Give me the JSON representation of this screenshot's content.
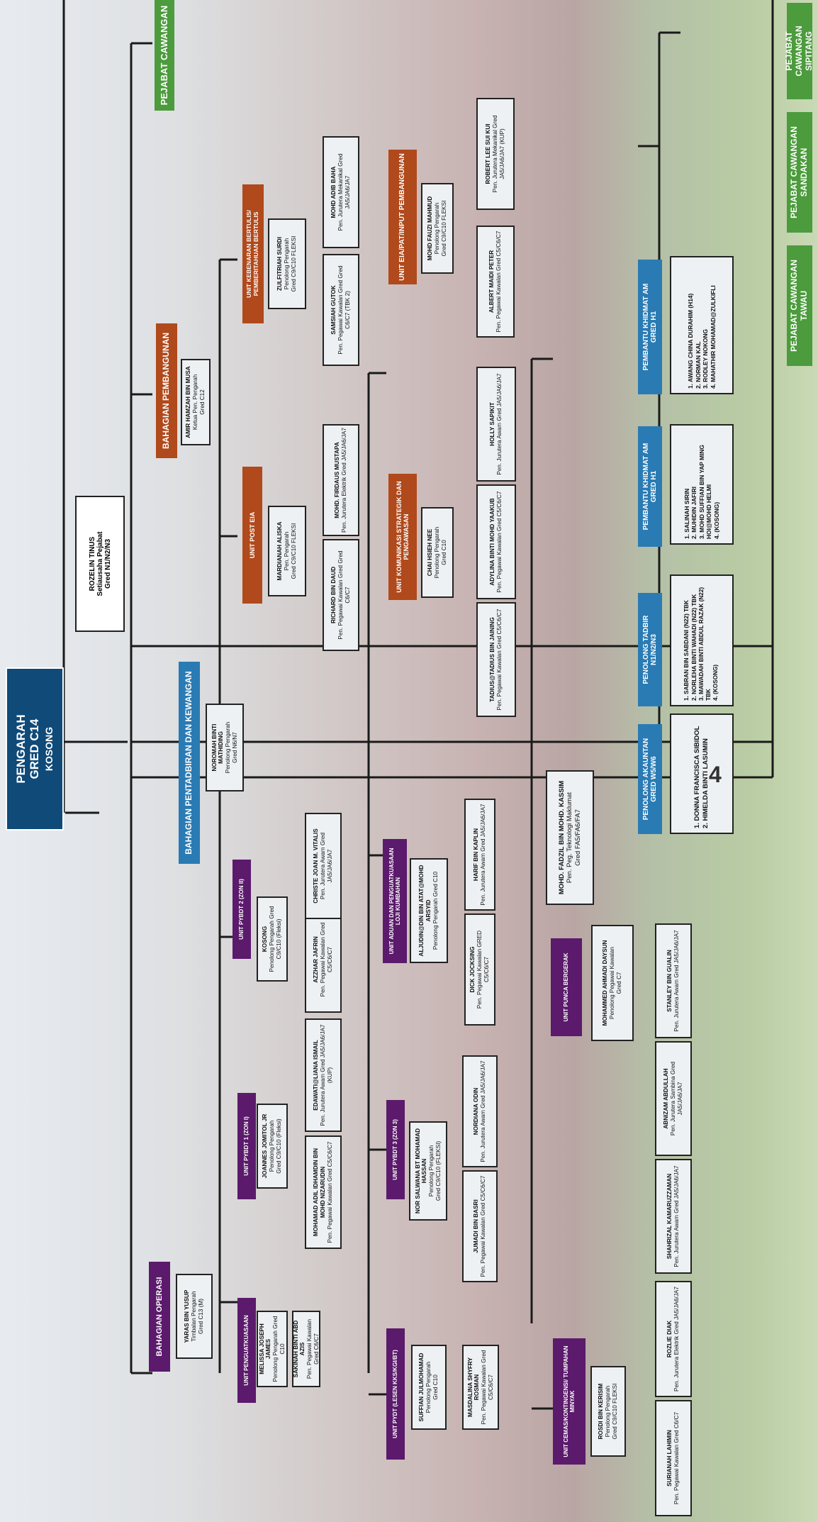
{
  "pengarah": {
    "title": "PENGARAH",
    "grade": "GRED C14",
    "status": "KOSONG"
  },
  "setiausaha": {
    "name": "ROZELIN TINUS",
    "role": "Setiausaha Pejabat",
    "grade": "Gred N1/N2/N3"
  },
  "bahagian_operasi": {
    "title": "BAHAGIAN OPERASI",
    "head_name": "YARAS BIN YUSUP",
    "head_role": "Timbalan Pengarah",
    "head_grade": "Gred C13 (M)"
  },
  "unit_penguatkuasaan": {
    "title": "UNIT PENGUATKUASAAN",
    "head": [
      "MELISSA JOSEPH JAMES",
      "Penolong Pengarah Gred C10"
    ],
    "staff": [
      [
        "SAKINAH BINTI ABD AZIS",
        "Pen. Pegawai Kawalan Gred C6/C7"
      ]
    ]
  },
  "unit_pybdt1": {
    "title": "UNIT PYBDT 1 (ZON I)",
    "head": [
      "JOANNES JOMITOL JR",
      "Penolong Pengarah",
      "Gred C9/C10 (Fleksi)"
    ],
    "staff": [
      [
        "MOHAMAD ADIL IDHAMDIN BIN MOHD NIZARUDIN",
        "Pen. Pegawai Kawalan Gred C5/C6/C7"
      ],
      [
        "EDAWATI@LIANA ISMAIL",
        "Pen. Jurutera Awam Gred JA5/JA6/JA7 (KUP)"
      ]
    ]
  },
  "unit_pybdt2": {
    "title": "UNIT PYBDT 2 (ZON II)",
    "head": [
      "KOSONG",
      "Penolong Pengarah Gred C9/C10 (Fleksi)"
    ],
    "staff": [
      [
        "AZZHAR JAFRIN",
        "Pen. Pegawai Kawalan Gred C5/C6/C7"
      ],
      [
        "CHRISTE JOAN M. VITALIS",
        "Pen. Jurutera Awam Gred JA5/JA6/JA7"
      ]
    ]
  },
  "unit_pydt_lesen": {
    "title": "UNIT PYDT (LESEN KKS/KGI/BT)",
    "head": [
      "SUFFIAN JULMOHAMAD",
      "Penolong Pengarah",
      "Gred C10"
    ],
    "staff": [
      [
        "MASDALINA SHYFRY ROSMAN",
        "Pen. Pegawai Kawalan Gred C5/C6/C7"
      ]
    ]
  },
  "unit_pybdt3": {
    "title": "UNIT PYBDT 3 (ZON 3)",
    "head": [
      "NOR SALWANA BT MOHAMAD HASSAN",
      "Penolong Pengarah",
      "Gred C9/C10 (FLEKSI)"
    ],
    "staff": [
      [
        "JUMADI BIN BASRI",
        "Pen. Pegawai Kawalan Gred C5/C6/C7"
      ],
      [
        "NORDIANA ODIN",
        "Pen. Jurutera Awam Gred JA5/JA6/JA7"
      ]
    ]
  },
  "unit_aduan": {
    "title": "UNIT ADUAN DAN PENGUATKUASAAN LOJI KUMBAHAN",
    "head": [
      "ALJUDIN@DIN BIN ATAT@MOHD ARSYID",
      "Penolong Pengarah Gred C10"
    ],
    "staff": [
      [
        "DICK JOCKSING",
        "Pen. Pegawai Kawalan GRED C5/C6/C7"
      ],
      [
        "HARIF BIN KAPLIN",
        "Pen. Jurutera Awam Gred JA5/JA6/JA7"
      ]
    ]
  },
  "unit_cemas": {
    "title": "UNIT CEMAS/KONTINGENSI/ TUMPAHAN MINYAK",
    "head": [
      "ROSDI BIN KERISIM",
      "Penolong Pengarah",
      "Gred C9/C10 FLEKSI"
    ],
    "staff": [
      [
        "SURIANAH LAHIMIN",
        "Pen. Pegawai Kawalan Gred C6/C7"
      ],
      [
        "ROZLIE DIAK",
        "Pen. Jurutera Elektrik Gred JA5/JA6/JA7"
      ]
    ]
  },
  "unit_punca": {
    "title": "UNIT PUNCA BERGERAK",
    "head": [
      "MOHAMMED AHMADI DAYSUN",
      "Penolong Pegawai Kawalan",
      "Gred C7"
    ],
    "staff": [
      [
        "SHAHRIZAL KAMARUZZAMAN",
        "Pen. Jurutera Awam Gred JA5/JA6/JA7"
      ],
      [
        "ABNIZAM ABDULLAH",
        "Pen. Jurutera Sambina Gred JA5/JA6/JA7"
      ],
      [
        "STANLEY BIN GUALIN",
        "Pen. Jurutera Awam Gred JA5/JA6/JA7"
      ]
    ]
  },
  "bahagian_pentadbiran": {
    "title": "BAHAGIAN PENTADBIRAN DAN KEWANGAN",
    "head_name": "NOROMAH BINTI MATHIDING",
    "head_role": "Penolong Pengarah",
    "head_grade": "Gred N6/N7"
  },
  "fadzil": {
    "name": "MOHD. FADZIL BIN MOHD. KASSIM",
    "role": "Pen. Peg. Teknologi Maklumat",
    "grade": "Gred FA5/FA6/FA7"
  },
  "penolong_akauntan": {
    "title": "PENOLONG AKAUNTAN\nGRED W5/W6",
    "items": [
      "1. DONNA FRANCISCA SIBIDOL",
      "2. HIMELDA BINTI LASUMIN"
    ]
  },
  "penolong_tadbir": {
    "title": "PENOLONG TADBIR\nN1/N2/N3",
    "items": [
      "1. SABRAN BIN SABDANI (N22) TBK",
      "2. NORLEHA BINTI WAHADI (N22) TBK",
      "3. MAWADAH BINTI ABDUL RAZAK (N22) TBK",
      "4. (KOSONG)"
    ]
  },
  "pembantu_khidmat_1": {
    "title": "PEMBANTU KHIDMAT AM\nGRED H1",
    "items": [
      "1. SALINAH SIRIN",
      "2. MUHIDIN JAFIRI",
      "3. MOHD SUFFIAN BIN YAP MING HOI@MOHD HELMI",
      "4. (KOSONG)"
    ]
  },
  "pembantu_khidmat_2": {
    "title": "PEMBANTU KHIDMAT AM\nGRED H1",
    "items": [
      "1. AWANG CHINA DURAHIM (H14)",
      "2. NORMAN KAL",
      "3. RODLEY NOKONG",
      "4. MAHATHIR MOHAMAD@ZULKIFLI"
    ]
  },
  "bahagian_pembangunan": {
    "title": "BAHAGIAN PEMBANGUNAN",
    "head_name": "AMIR HAMZAH BIN MUSA",
    "head_role": "Ketua Pen. Pengarah",
    "head_grade": "Gred C12"
  },
  "unit_post_eia": {
    "title": "UNIT POST EIA",
    "head": [
      "MARDIANAH ALISKA",
      "Pen. Pengarah",
      "Gred C9/C10 FLEKSI"
    ],
    "staff": [
      [
        "RICHARD BIN DAUD",
        "Pen. Pegawai Kawalan Gred Gred C6/C7"
      ],
      [
        "MOHD. FIRDAUS MUSTAPA",
        "Pen. Jurutera Elektrik Gred JA5/JA6/JA7"
      ]
    ]
  },
  "unit_kebenaran": {
    "title": "UNIT KEBENARAN BERTULIS/ PEMBERITAHUAN BERTULIS",
    "head": [
      "ZULFITRIAH SURDI",
      "Penolong Pengarah",
      "Gred C9/C10 FLEKSI"
    ],
    "staff": [
      [
        "SAMSIAH GUTOK",
        "Pen. Pegawai Kawalan Gred Gred C6/C7 (TBK 2)"
      ],
      [
        "MOHD ADIB BAHA",
        "Pen. Jurutera Mekanikal Gred JA5/JA6/JA7"
      ]
    ]
  },
  "unit_komunikasi": {
    "title": "UNIT KOMUNIKASI STRATEGIK DAN PENGAWASAN",
    "head": [
      "CHAI HSIEH NEE",
      "Penolong Pengarah",
      "Gred C10"
    ],
    "staff": [
      [
        "TADIUS@TADIUS BIN JAINING",
        "Pen. Pegawai Kawalan Gred C5/C6/C7"
      ],
      [
        "ADYLINA BINTI MOHD YAAKUB",
        "Pen. Pegawai Kawalan Gred C5/C6/C7"
      ],
      [
        "HOLLY SAPIKIT",
        "Pen. Jurutera Awam Gred JA5/JA6/JA7"
      ]
    ]
  },
  "unit_eia": {
    "title": "UNIT EIA/PAT/INPUT PEMBANGUNAN",
    "head": [
      "MOHD FAUZI MAHMUD",
      "Penolong Pengarah",
      "Gred C9/C10 FLEKSI"
    ],
    "staff": [
      [
        "ALBERT MAIDI PETER",
        "Pen. Pegawai Kawalan Gred C5/C6/C7"
      ],
      [
        "ROBERT LEE SUI KUI",
        "Pen. Jurutera Mekanikal Gred JA5/JA6/JA7 (KUP)"
      ]
    ]
  },
  "pejabat_cawangan": {
    "title": "PEJABAT CAWANGAN",
    "branches": [
      "PEJABAT CAWANGAN TAWAU",
      "PEJABAT CAWANGAN SANDAKAN",
      "PEJABAT CAWANGAN SIPITANG"
    ]
  },
  "page_number": "4",
  "colors": {
    "operasi": "#5b1a6b",
    "pembangunan": "#b0491b",
    "pentadbiran": "#2a7bb4",
    "cawangan": "#4c9b3d",
    "pengarah": "#0f4a78"
  }
}
